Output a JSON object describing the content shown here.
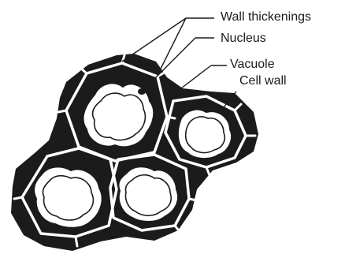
{
  "diagram": {
    "labels": {
      "wall_thickenings": "Wall thickenings",
      "nucleus": "Nucleus",
      "vacuole": "Vacuole",
      "cell_wall": "Cell wall"
    },
    "colors": {
      "ink": "#1b1b1b",
      "wall": "#ffffff",
      "background": "#ffffff"
    }
  }
}
